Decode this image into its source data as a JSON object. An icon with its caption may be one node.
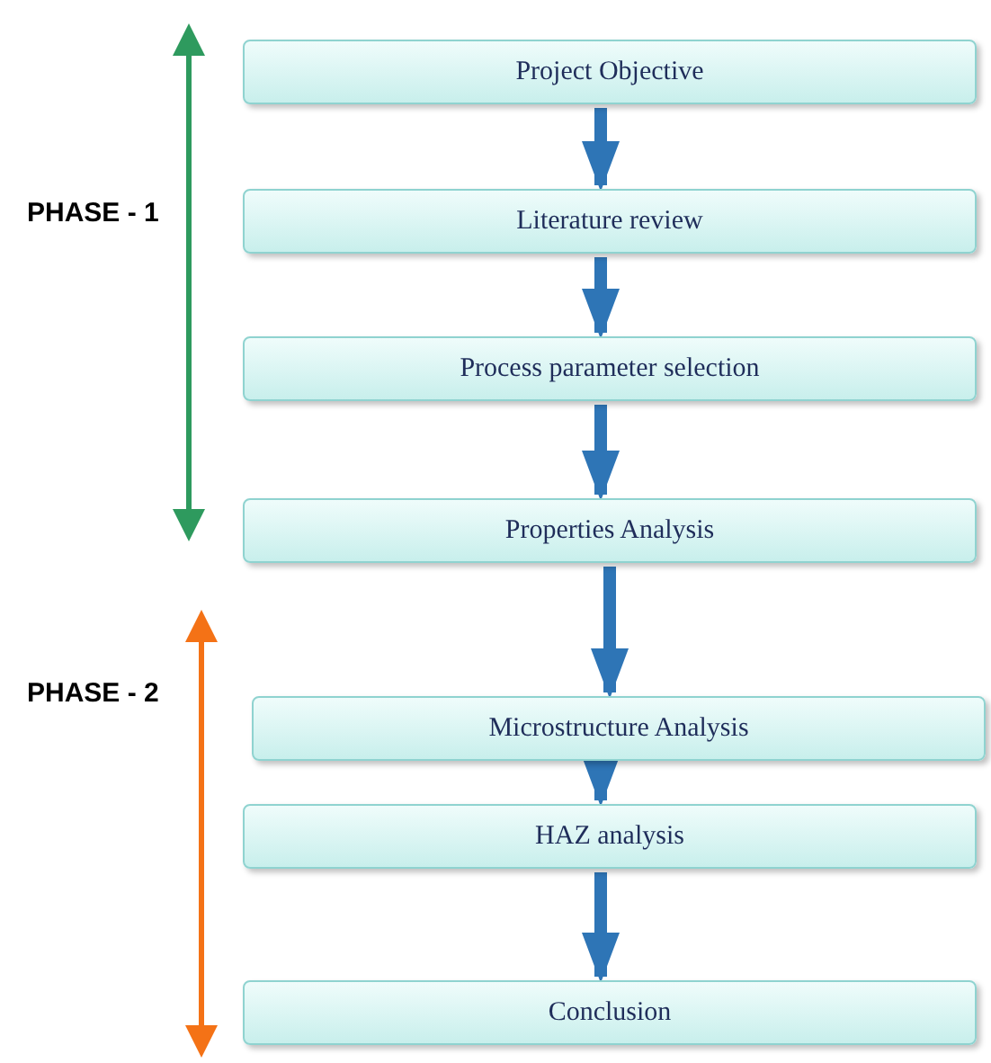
{
  "diagram": {
    "nodes": [
      {
        "text": [
          "Project Objective"
        ]
      },
      {
        "text": [
          "Literature review"
        ]
      },
      {
        "text": [
          "Process parameter selection"
        ]
      },
      {
        "text": [
          "Properties Analysis"
        ]
      },
      {
        "text": [
          "Microstructure Analysis"
        ]
      },
      {
        "text": [
          "HAZ analysis"
        ]
      },
      {
        "text": [
          "Conclusion"
        ]
      }
    ],
    "edges": [
      {
        "from": 0,
        "to": 1,
        "arrow": "to"
      },
      {
        "from": 1,
        "to": 2,
        "arrow": "to"
      },
      {
        "from": 2,
        "to": 3,
        "arrow": "to"
      },
      {
        "from": 3,
        "to": 4,
        "arrow": "to"
      },
      {
        "from": 4,
        "to": 5,
        "arrow": "to"
      },
      {
        "from": 5,
        "to": 6,
        "arrow": "to"
      }
    ],
    "labels": [
      "PHASE - 1",
      "PHASE - 2"
    ]
  }
}
